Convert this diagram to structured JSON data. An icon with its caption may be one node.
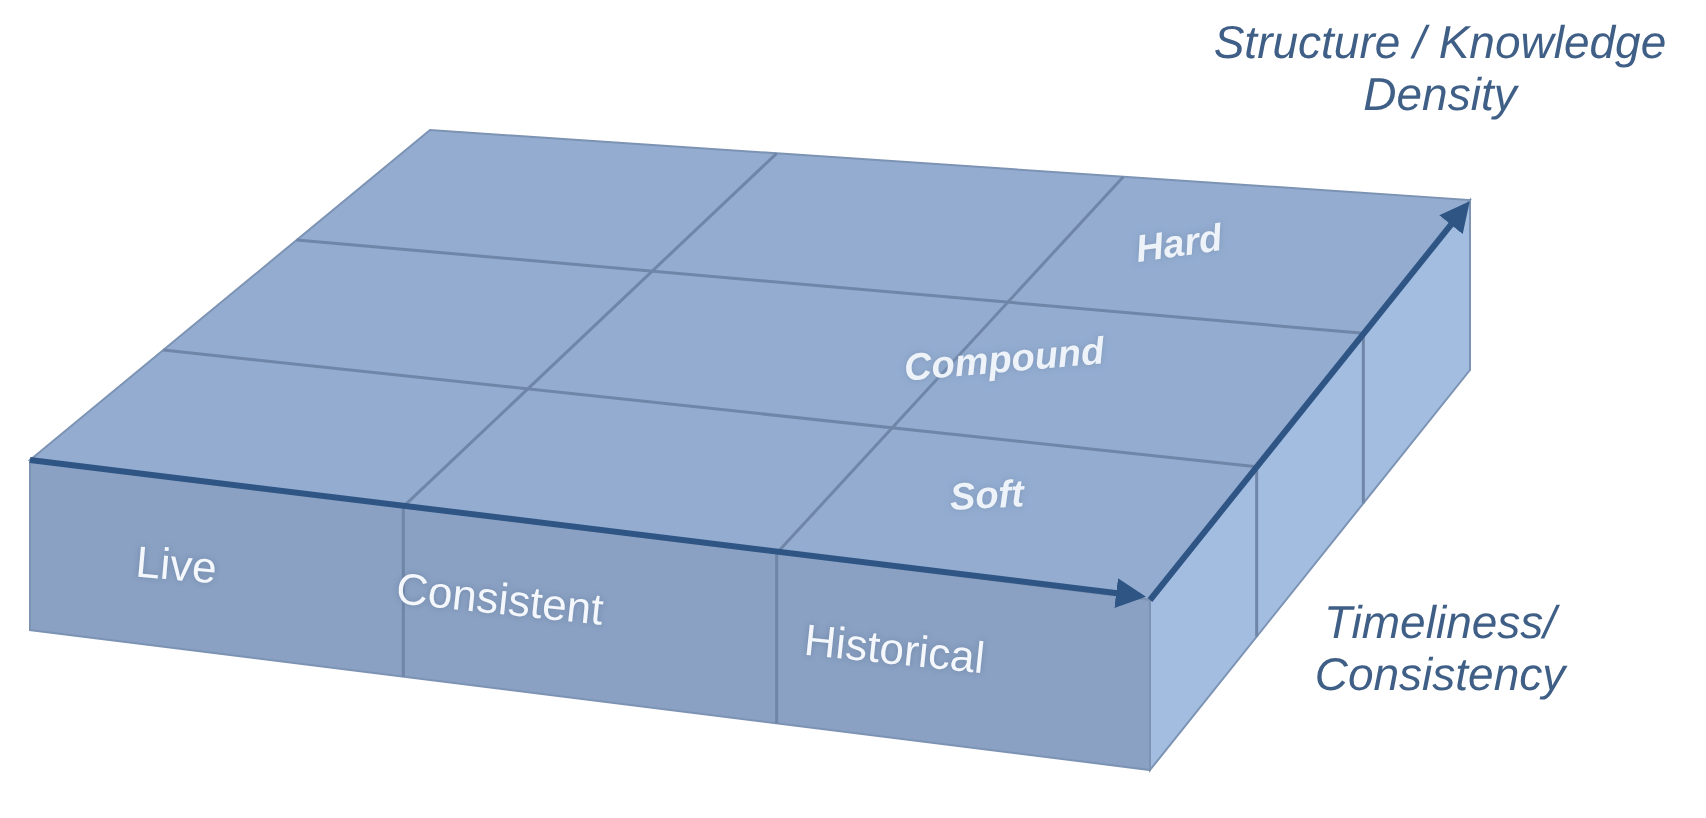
{
  "diagram": {
    "labels": [
      "Structure / Knowledge Density",
      "Hard",
      "Compound",
      "Soft",
      "Live",
      "Consistent",
      "Historical",
      "Timeliness/ Consistency"
    ]
  }
}
